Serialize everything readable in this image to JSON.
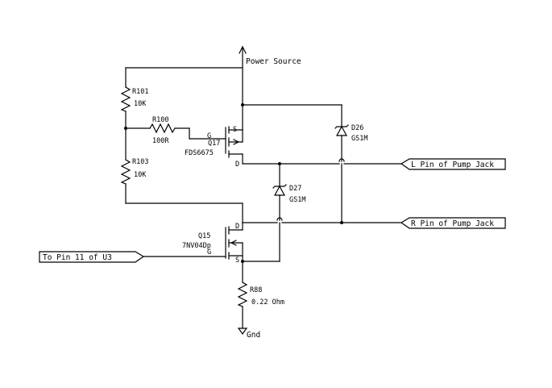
{
  "nets": {
    "power": "Power Source",
    "gnd": "Gnd",
    "l_pin": "L Pin of Pump Jack",
    "r_pin": "R Pin of Pump Jack",
    "u3_pin": "To Pin 11 of U3"
  },
  "components": {
    "r101": {
      "ref": "R101",
      "value": "10K"
    },
    "r100": {
      "ref": "R100",
      "value": "100R"
    },
    "r103": {
      "ref": "R103",
      "value": "10K"
    },
    "r88": {
      "ref": "R88",
      "value": "0.22 Ohm"
    },
    "q17": {
      "ref": "Q17",
      "part": "FDS6675",
      "g": "G",
      "s": "S",
      "d": "D"
    },
    "q15": {
      "ref": "Q15",
      "part": "7NV04Dp",
      "g": "G",
      "s": "S",
      "d": "D"
    },
    "d26": {
      "ref": "D26",
      "part": "GS1M"
    },
    "d27": {
      "ref": "D27",
      "part": "GS1M"
    }
  }
}
